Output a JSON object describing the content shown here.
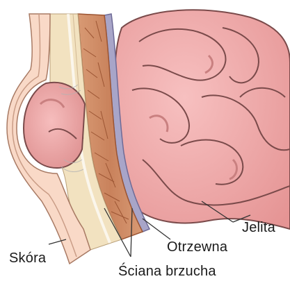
{
  "labels": {
    "skin": "Skóra",
    "abdominal_wall": "Ściana brzucha",
    "peritoneum": "Otrzewna",
    "intestines": "Jelita"
  },
  "colors": {
    "intestine_fill": "#f2a7a7",
    "intestine_shadow": "#c98080",
    "intestine_outline": "#7a4a4a",
    "skin_fill": "#f9d9c7",
    "fat_fill": "#f2e2c0",
    "muscle_fill": "#cf8f67",
    "muscle_line": "#9c5533",
    "peritoneum_band": "#a8a5c8",
    "fascia": "#e8e6ee",
    "leader_line": "#333333"
  }
}
